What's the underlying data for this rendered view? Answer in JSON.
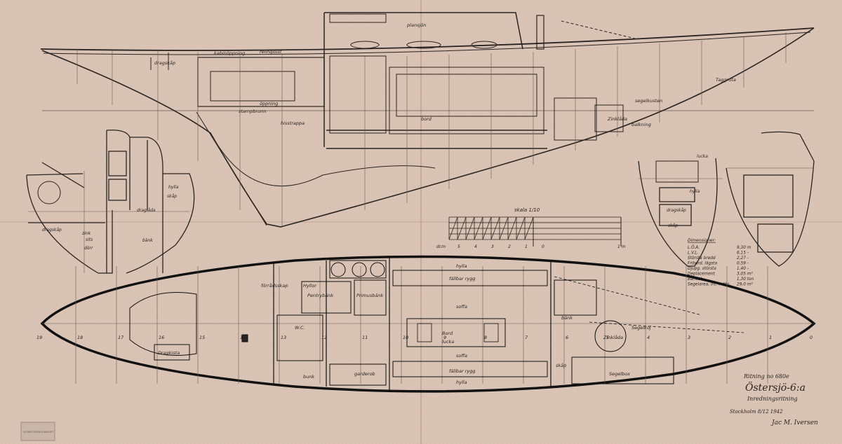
{
  "colors": {
    "paper": "#d9c3b4",
    "ink": "#2a2422",
    "faint": "#8a7468"
  },
  "scale": {
    "title": "skala 1/10",
    "zero": "dcm",
    "ticks": [
      "5",
      "4",
      "3",
      "2",
      "1",
      "0"
    ],
    "end": "1 m"
  },
  "dimensions": {
    "title": "Dimensioner:",
    "rows": [
      {
        "label": "L.Ö.A.",
        "value": "9,30 m"
      },
      {
        "label": "L.V.L.",
        "value": "6,15 -"
      },
      {
        "label": "Största bredd",
        "value": "2,27 -"
      },
      {
        "label": "Fribord, lägsta",
        "value": "0,59 -"
      },
      {
        "label": "Djupg. största",
        "value": "1,40 -"
      },
      {
        "label": "Deplacement",
        "value": "3,05 m³"
      },
      {
        "label": "Barlast",
        "value": "1,30 ton"
      },
      {
        "label": "Segelarea, int. mätn.",
        "value": "29,0 m²"
      }
    ]
  },
  "titleblock": {
    "drawing_no": "Ritning no 680e",
    "name": "Östersjö-6:a",
    "subtitle": "Inredningsritning",
    "place_date": "Stockholm 8/12 1942",
    "signature": "Jac M. Iversen"
  },
  "profile_labels": {
    "kabin": "kabinöppning",
    "reling": "relingslist",
    "oppning": "öppning",
    "drag": "dragskåp",
    "stamp": "stampbrunn",
    "bord": "bord",
    "plansh": "plansjön",
    "hiss": "hisstrappa",
    "segel": "segelkusten",
    "tagg": "Taggruta",
    "kist": "Zinklåda",
    "balk": "balkning"
  },
  "plan_labels": {
    "hylla_top": "hylla",
    "hylla_bottom": "hylla",
    "faltbar_top": "fällbar rygg",
    "faltbar_bottom": "fällbar rygg",
    "soffa_top": "soffa",
    "soffa_bottom": "soffa",
    "bord": "Bord",
    "lucka": "lucka",
    "pentryb": "Pentrybänk",
    "primus": "Primusbänk",
    "garderob": "garderob",
    "segelkoj": "Segelkoj",
    "zinklada": "Zinklåda",
    "dragkista": "Dragkista",
    "ww": "W.C.",
    "bank": "bänk",
    "segelbox": "Segelbox",
    "skapp": "skåp",
    "hyllor": "Hyllor",
    "forc": "förrådsskap",
    "bunk": "bunk"
  },
  "section_labels": {
    "dragskap": "dragskåp",
    "sits": "sits",
    "bank": "bänk",
    "hylla": "hylla",
    "skap": "skåp",
    "draglada": "draglåda",
    "dorr": "dörr",
    "zink": "zink",
    "hyll2": "hylla",
    "lucka": "lucka",
    "dragsk2": "dragskåp",
    "skap2": "skåp"
  },
  "frames": [
    "19",
    "18",
    "17",
    "16",
    "15",
    "14",
    "13",
    "12",
    "11",
    "10",
    "9",
    "8",
    "7",
    "6",
    "5",
    "4",
    "3",
    "2",
    "1",
    "0"
  ],
  "stamp_text": "SJÖHISTORISKA MUSEET"
}
